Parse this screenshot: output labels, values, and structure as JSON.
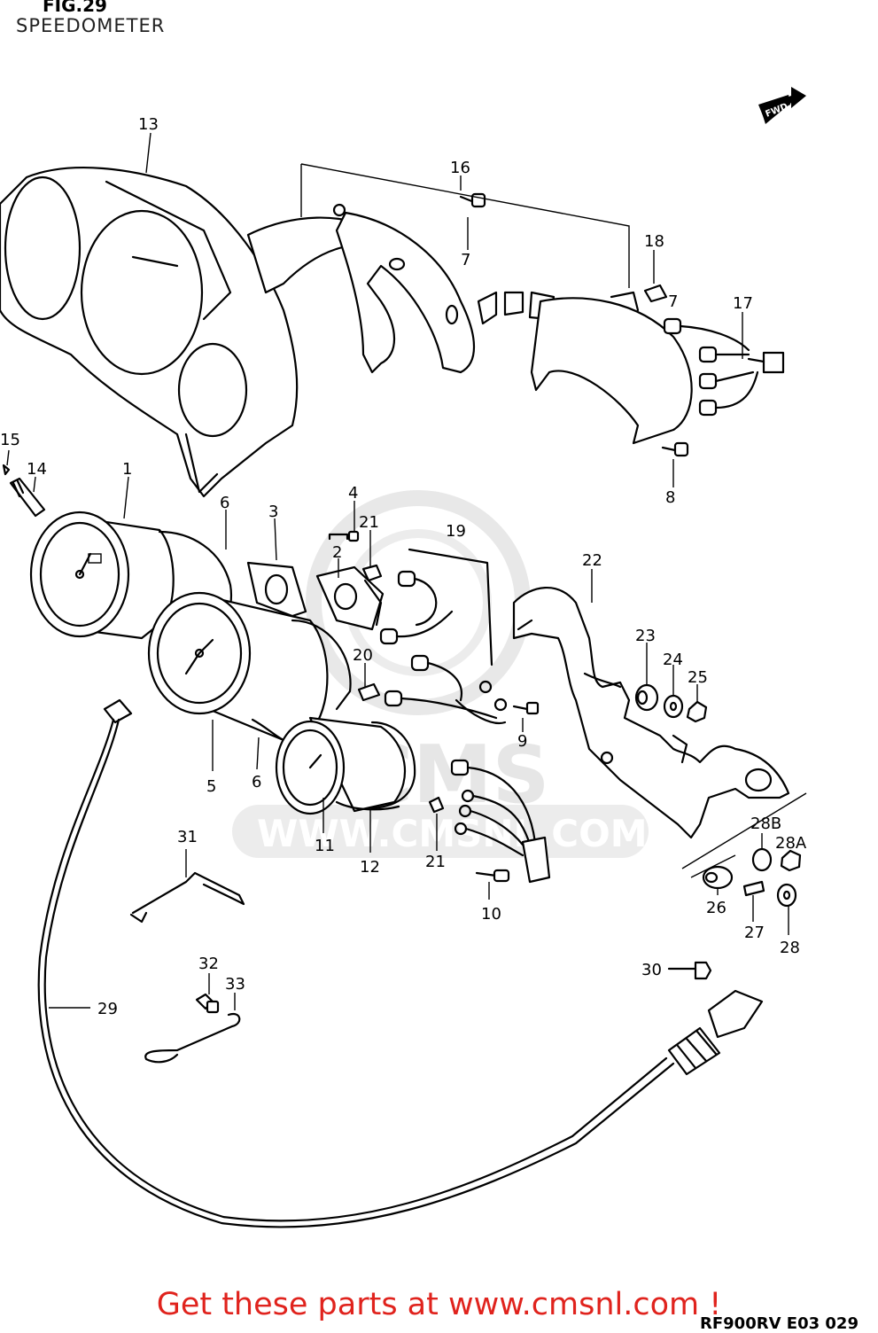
{
  "figure": {
    "fig_label": "FIG.29",
    "title": "SPEEDOMETER",
    "fwd_label": "FWD",
    "watermark": "WWW.CMSNL.COM",
    "watermark_logo": "CMS",
    "footer_promo": "Get these parts at www.cmsnl.com !",
    "doc_code": "RF900RV E03 029"
  },
  "callouts": {
    "c1": "1",
    "c2": "2",
    "c3": "3",
    "c4": "4",
    "c5": "5",
    "c6a": "6",
    "c6b": "6",
    "c7a": "7",
    "c7b": "7",
    "c8": "8",
    "c9": "9",
    "c10": "10",
    "c11": "11",
    "c12": "12",
    "c13": "13",
    "c14": "14",
    "c15": "15",
    "c16": "16",
    "c17": "17",
    "c18": "18",
    "c19": "19",
    "c20": "20",
    "c21a": "21",
    "c21b": "21",
    "c22": "22",
    "c23": "23",
    "c24": "24",
    "c25": "25",
    "c26": "26",
    "c27": "27",
    "c28": "28",
    "c28a": "28A",
    "c28b": "28B",
    "c29": "29",
    "c30": "30",
    "c31": "31",
    "c32": "32",
    "c33": "33"
  },
  "icons": [
    "fwd-arrow-icon",
    "cmsnl-logo-watermark"
  ]
}
